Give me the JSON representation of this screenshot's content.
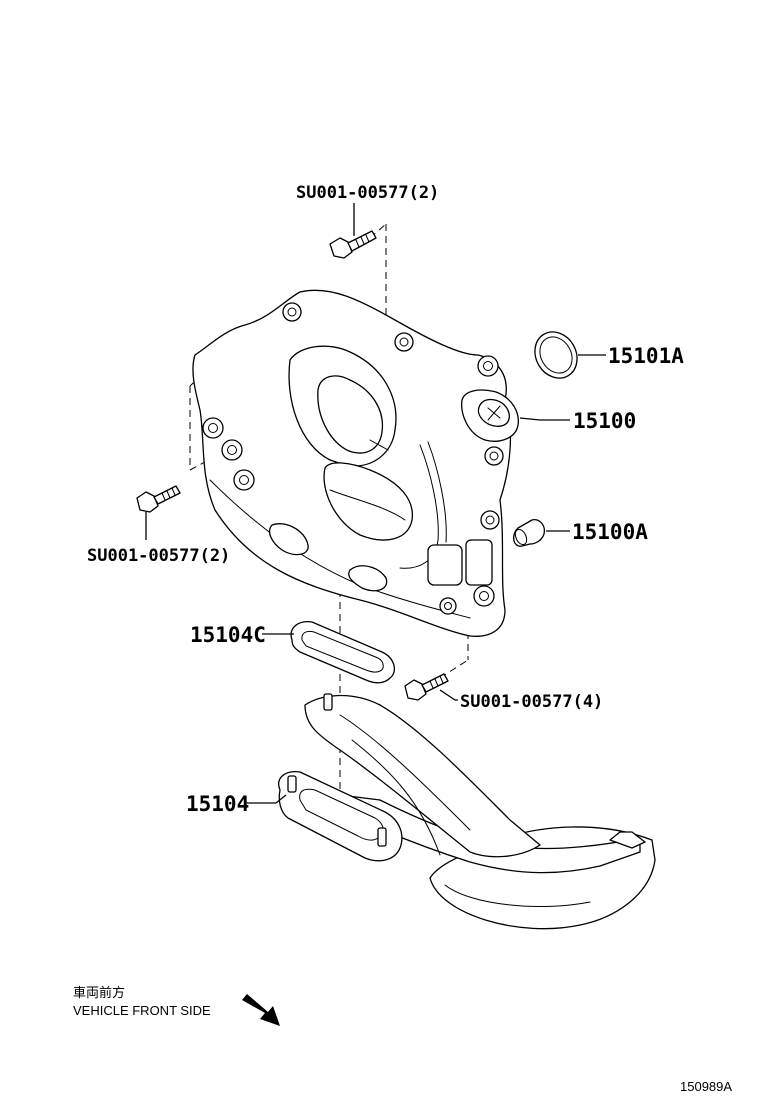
{
  "labels": {
    "bolt_top": "SU001-00577(2)",
    "bolt_left": "SU001-00577(2)",
    "bolt_bottom": "SU001-00577(4)",
    "o_ring": "15101A",
    "oil_pump": "15100",
    "pin": "15100A",
    "gasket": "15104C",
    "strainer": "15104"
  },
  "footer": {
    "direction_jp": "車両前方",
    "direction_en": "VEHICLE FRONT SIDE",
    "illustration_code": "150989A"
  }
}
